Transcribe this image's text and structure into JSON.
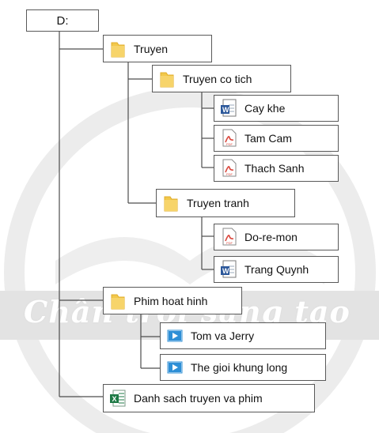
{
  "watermark": {
    "text": "Chân trời sáng tạo"
  },
  "tree": {
    "root": {
      "label": "D:"
    },
    "truyen": {
      "label": "Truyen",
      "icon": "folder-icon",
      "co_tich": {
        "label": "Truyen co tich",
        "icon": "folder-icon",
        "files": [
          {
            "label": "Cay khe",
            "icon": "word-doc-icon"
          },
          {
            "label": "Tam Cam",
            "icon": "pdf-icon"
          },
          {
            "label": "Thach Sanh",
            "icon": "pdf-icon"
          }
        ]
      },
      "tranh": {
        "label": "Truyen tranh",
        "icon": "folder-icon",
        "files": [
          {
            "label": "Do-re-mon",
            "icon": "pdf-icon"
          },
          {
            "label": "Trang Quynh",
            "icon": "word-doc-icon"
          }
        ]
      }
    },
    "phim": {
      "label": "Phim hoat hinh",
      "icon": "folder-icon",
      "files": [
        {
          "label": "Tom va Jerry",
          "icon": "video-icon"
        },
        {
          "label": "The gioi khung long",
          "icon": "video-icon"
        }
      ]
    },
    "danh_sach": {
      "label": "Danh sach truyen va phim",
      "icon": "excel-icon"
    }
  },
  "colors": {
    "folder": "#f2c84b",
    "word": "#2b579a",
    "pdf": "#d9443a",
    "video": "#2e8fd6",
    "excel": "#1d7a45",
    "connector": "#4d4d4d",
    "border": "#595959"
  }
}
